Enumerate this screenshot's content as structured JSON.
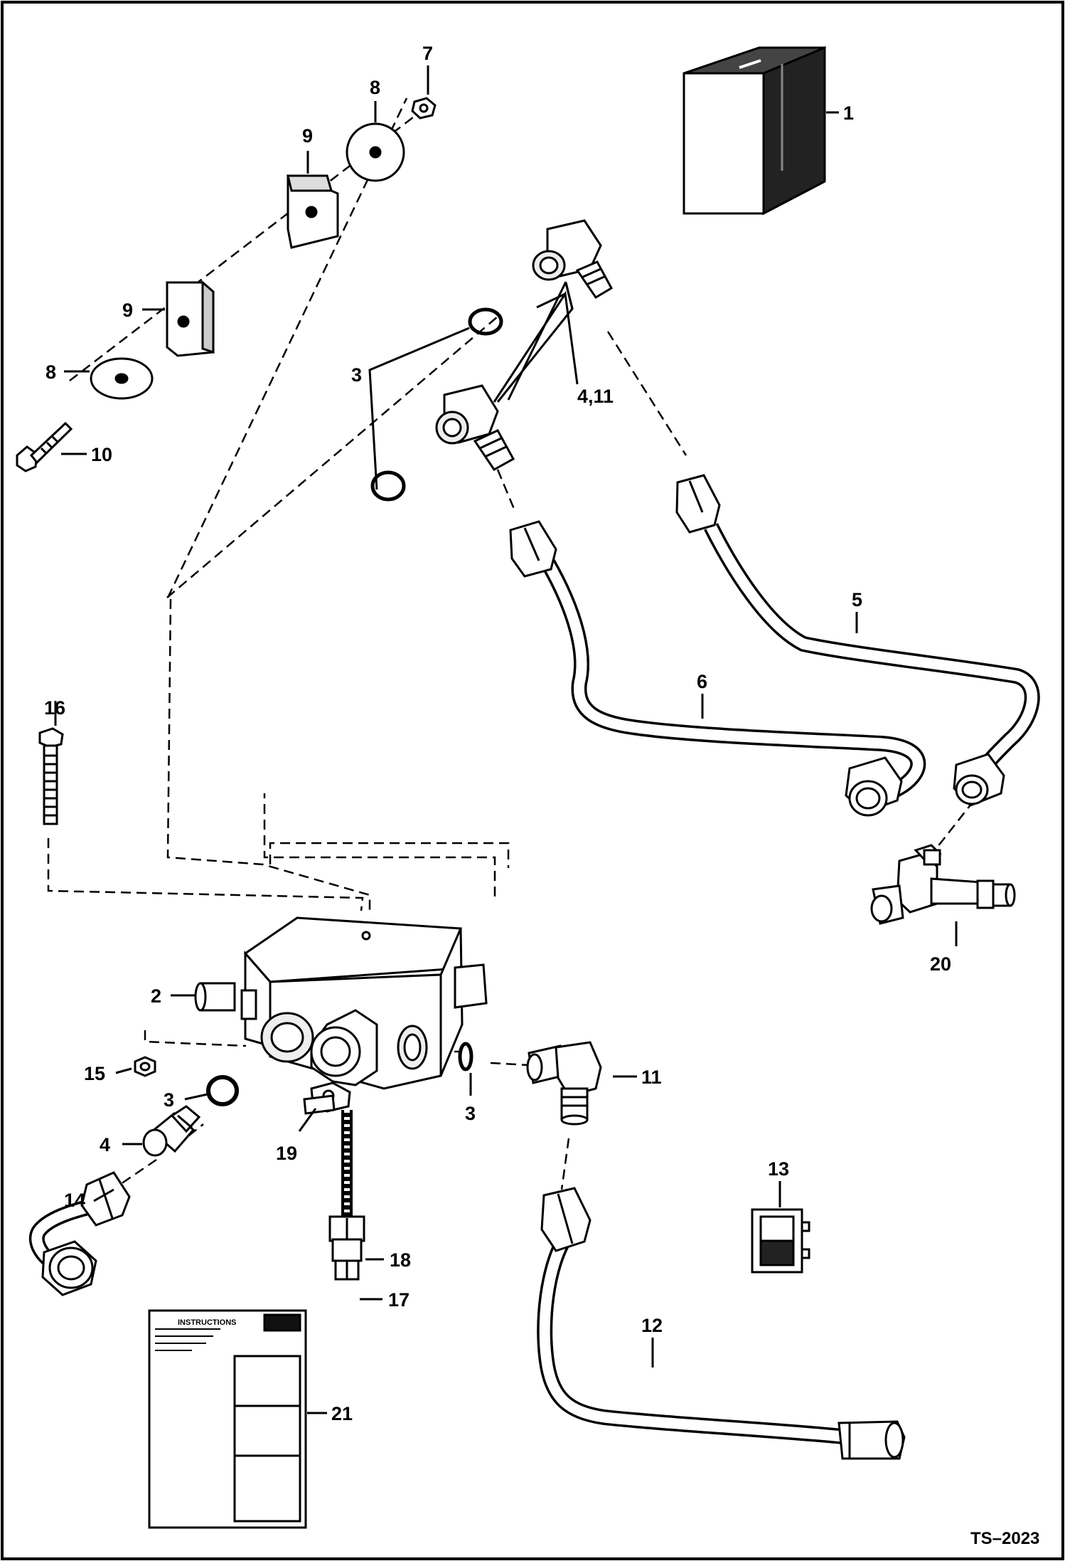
{
  "callouts": {
    "c1": "1",
    "c2": "2",
    "c3a": "3",
    "c3b": "3",
    "c3c": "3",
    "c4": "4",
    "c4_11": "4,11",
    "c5": "5",
    "c6": "6",
    "c7": "7",
    "c8a": "8",
    "c8b": "8",
    "c9a": "9",
    "c9b": "9",
    "c10": "10",
    "c11": "11",
    "c12": "12",
    "c13": "13",
    "c14": "14",
    "c15": "15",
    "c16": "16",
    "c17": "17",
    "c18": "18",
    "c19": "19",
    "c20": "20",
    "c21": "21"
  },
  "decal": {
    "heading": "INSTRUCTIONS"
  },
  "drawing_id": "TS–2023"
}
